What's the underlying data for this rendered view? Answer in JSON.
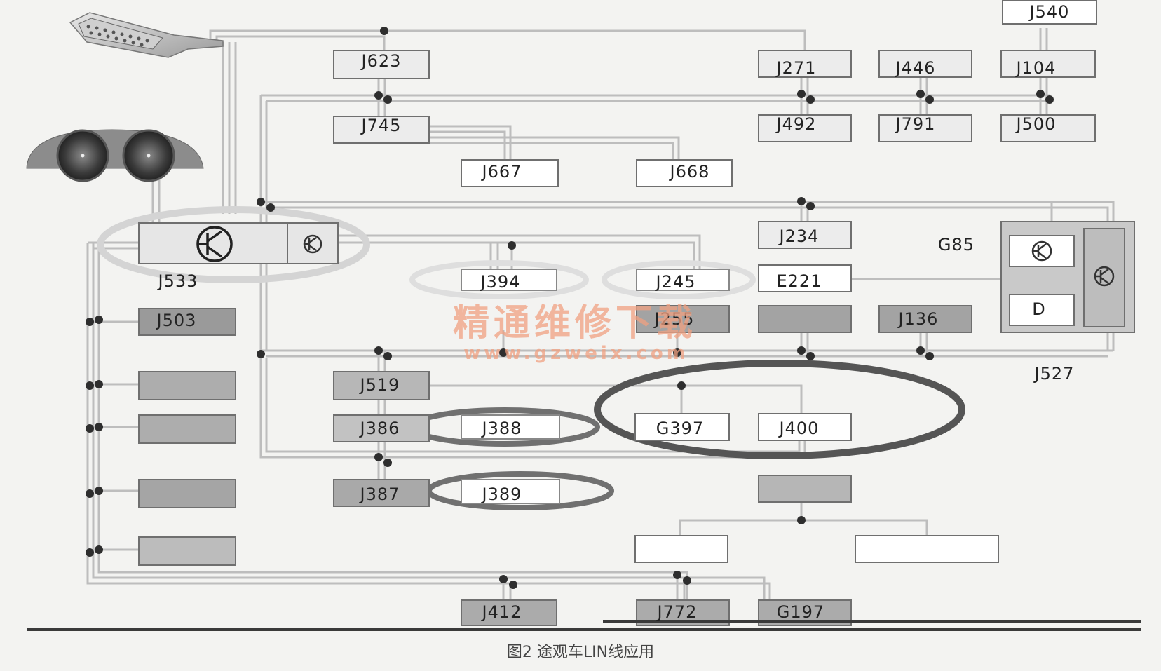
{
  "diagram": {
    "modules": {
      "J540": "J540",
      "J623": "J623",
      "J271": "J271",
      "J446": "J446",
      "J104": "J104",
      "J745": "J745",
      "J492": "J492",
      "J791": "J791",
      "J500": "J500",
      "J667": "J667",
      "J668": "J668",
      "J234": "J234",
      "G85": "G85",
      "J533": "J533",
      "J394": "J394",
      "J245": "J245",
      "E221": "E221",
      "J503": "J503",
      "J255": "J255",
      "J136": "J136",
      "D": "D",
      "J527": "J527",
      "J519": "J519",
      "J386": "J386",
      "J388": "J388",
      "G397": "G397",
      "J400": "J400",
      "J387": "J387",
      "J389": "J389",
      "J412": "J412",
      "J772": "J772",
      "G197": "G197"
    },
    "caption": "图2  途观车LIN线应用",
    "watermark": {
      "cn": "精通维修下载",
      "url": "www.gzweix.com"
    },
    "colors": {
      "bus": "#c4c4c4",
      "node": "#2e2e2e",
      "grey_box": "#a9a9a9",
      "dark_box": "#9a9a9a",
      "watermark": "#f0a080",
      "ring_dark": "#555555",
      "ring_light": "#d0d0d0"
    },
    "icons": [
      "obd-connector-icon",
      "instrument-cluster-icon",
      "transistor-icon"
    ]
  }
}
